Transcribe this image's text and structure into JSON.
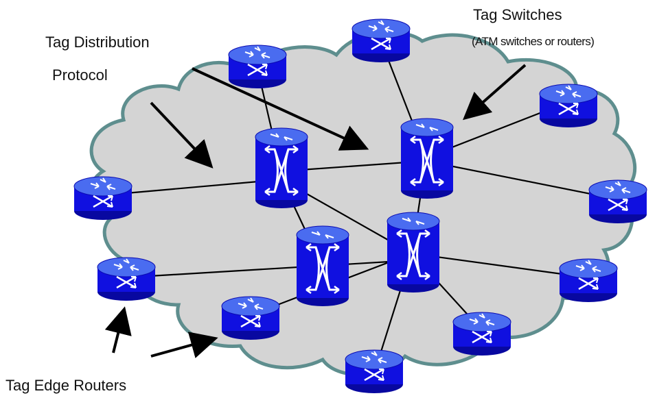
{
  "labels": {
    "tdp_line1": "Tag Distribution",
    "tdp_line2": "Protocol",
    "switches_line1": "Tag Switches",
    "switches_line2": "(ATM switches or routers)",
    "edge_routers": "Tag Edge Routers"
  },
  "colors": {
    "cloud_fill": "#d4d4d4",
    "cloud_stroke": "#5e8e8e",
    "device_blue": "#1010e0",
    "device_top": "#4a6cf0",
    "device_dark": "#0808a0",
    "link": "#000000",
    "arrow": "#000000"
  },
  "icons": {
    "edge_router": "router-icon",
    "core_switch": "atm-switch-icon"
  }
}
